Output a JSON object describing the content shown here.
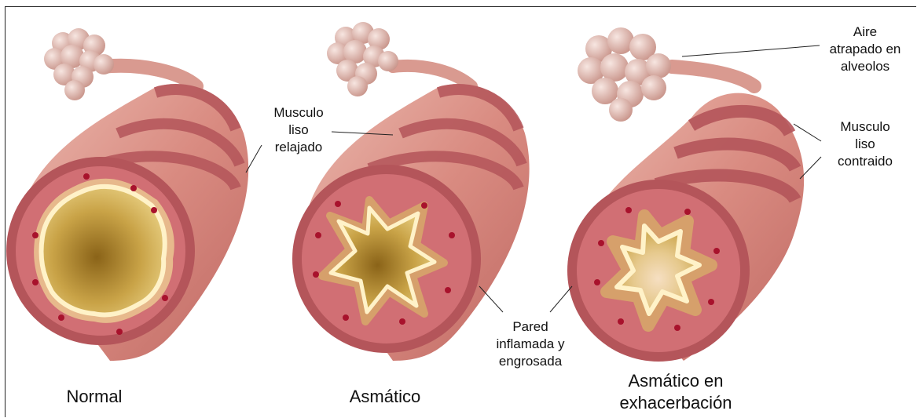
{
  "diagram": {
    "panels": [
      {
        "id": "normal",
        "caption": "Normal"
      },
      {
        "id": "asthmatic",
        "caption": "Asmático"
      },
      {
        "id": "exacerbation",
        "caption": "Asmático en\nexhacerbación"
      }
    ],
    "annotations": {
      "relaxed_muscle": "Musculo\nliso\nrelajado",
      "trapped_air": "Aire\natrapado en\nalveolos",
      "contracted_muscle": "Musculo\nliso\ncontraido",
      "inflamed_wall": "Pared\ninflamada y\nengrosada"
    },
    "colors": {
      "tube": "#d4857c",
      "tube_dark": "#b4555a",
      "wall_ring": "#c85f68",
      "mucosa": "#e7b98c",
      "membrane": "#fff2c8",
      "lumen": "#c9a347",
      "vessel": "#a8122c",
      "alveoli": "#e6c3bb"
    }
  }
}
